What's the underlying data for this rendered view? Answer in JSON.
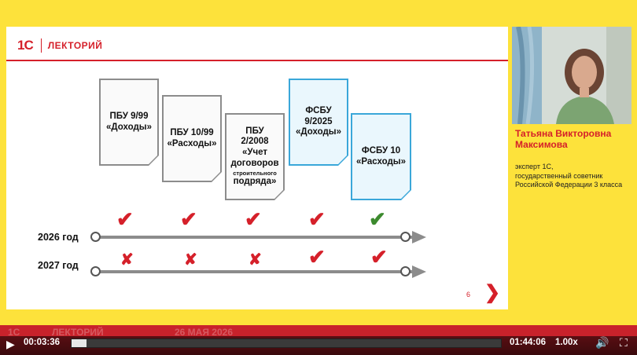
{
  "brand": {
    "logo_mark": "1С",
    "logo_text": "ЛЕКТОРИЙ"
  },
  "documents": [
    {
      "id": "pbu-9-99",
      "lines": [
        "ПБУ 9/99",
        "«Доходы»"
      ],
      "style": "gray"
    },
    {
      "id": "pbu-10-99",
      "lines": [
        "ПБУ 10/99",
        "«Расходы»"
      ],
      "style": "gray"
    },
    {
      "id": "pbu-2-2008",
      "lines": [
        "ПБУ",
        "2/2008",
        "«Учет",
        "договоров"
      ],
      "small": "строительного",
      "last": "подряда»",
      "style": "gray"
    },
    {
      "id": "fsbu-9-2025",
      "lines": [
        "ФСБУ",
        "9/2025",
        "«Доходы»"
      ],
      "style": "blue"
    },
    {
      "id": "fsbu-10",
      "lines": [
        "ФСБУ 10",
        "«Расходы»"
      ],
      "style": "blue"
    }
  ],
  "timeline": {
    "rows": [
      {
        "label": "2026 год",
        "marks": [
          "check-red",
          "check-red",
          "check-red",
          "check-red",
          "check-green"
        ]
      },
      {
        "label": "2027 год",
        "marks": [
          "cross-red",
          "cross-red",
          "cross-red",
          "check-red",
          "check-red"
        ]
      }
    ]
  },
  "slide": {
    "page_number": "6",
    "next_icon": "chevron-right-icon"
  },
  "speaker": {
    "name_line1": "Татьяна Викторовна",
    "name_line2": "Максимова",
    "desc_line1": "эксперт 1С,",
    "desc_line2": "государственный советник",
    "desc_line3": "Российской Федерации 3 класса"
  },
  "player": {
    "current_time": "00:03:36",
    "duration": "01:44:06",
    "speed": "1.00x",
    "progress": 0.035,
    "ghost_logo": "1С",
    "ghost_brand": "ЛЕКТОРИЙ",
    "ghost_date": "26 МАЯ 2026"
  },
  "colors": {
    "accent": "#d5202a",
    "page_bg": "#fde23b",
    "blue_doc": "#3aa7d9",
    "green_check": "#3c8a2e"
  }
}
